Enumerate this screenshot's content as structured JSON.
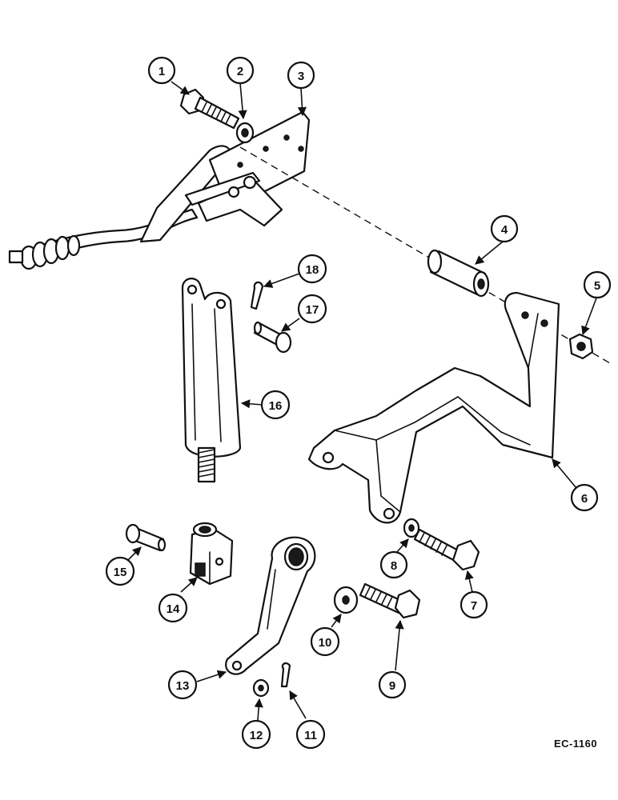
{
  "diagram": {
    "reference_code": "EC-1160",
    "callouts": [
      "1",
      "2",
      "3",
      "4",
      "5",
      "6",
      "7",
      "8",
      "9",
      "10",
      "11",
      "12",
      "13",
      "14",
      "15",
      "16",
      "17",
      "18"
    ]
  }
}
